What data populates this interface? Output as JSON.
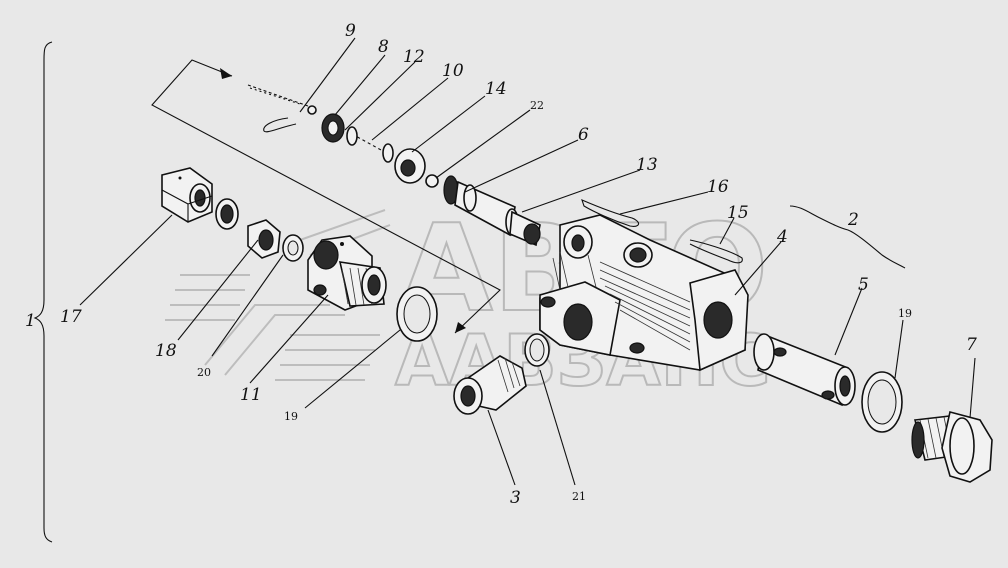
{
  "watermark": {
    "line1": "АВТО",
    "line2": "ААВЗАНС"
  },
  "labels": {
    "l1": "1",
    "l2": "2",
    "l3": "3",
    "l4": "4",
    "l5": "5",
    "l6": "6",
    "l7": "7",
    "l8": "8",
    "l9": "9",
    "l10": "10",
    "l11": "11",
    "l12": "12",
    "l13": "13",
    "l14": "14",
    "l15": "15",
    "l16": "16",
    "l17": "17",
    "l18": "18",
    "l19a": "19",
    "l19b": "19",
    "l20": "20",
    "l21": "21",
    "l22": "22"
  }
}
